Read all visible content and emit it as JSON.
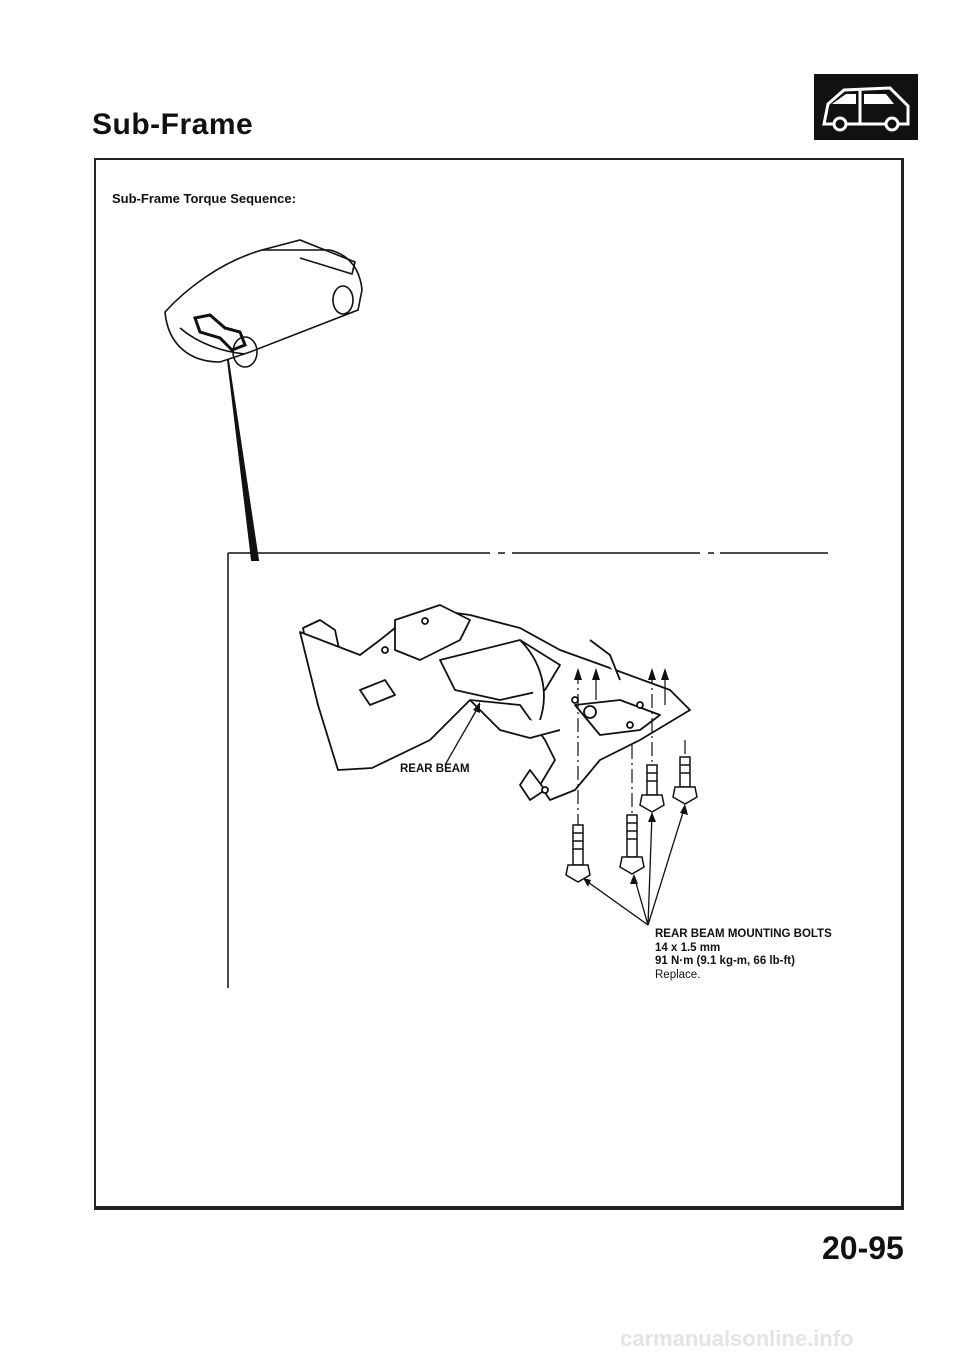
{
  "page": {
    "title": "Sub-Frame",
    "section_icon": "car-body-icon",
    "subtitle": "Sub-Frame Torque Sequence:",
    "page_number": "20-95",
    "footer_watermark": "carmanualsonline.info"
  },
  "figure": {
    "component_label": "REAR BEAM",
    "bolts_callout": {
      "name": "REAR BEAM MOUNTING BOLTS",
      "size": "14 x 1.5 mm",
      "torque": "91 N·m (9.1 kg-m, 66 lb-ft)",
      "note": "Replace."
    }
  }
}
